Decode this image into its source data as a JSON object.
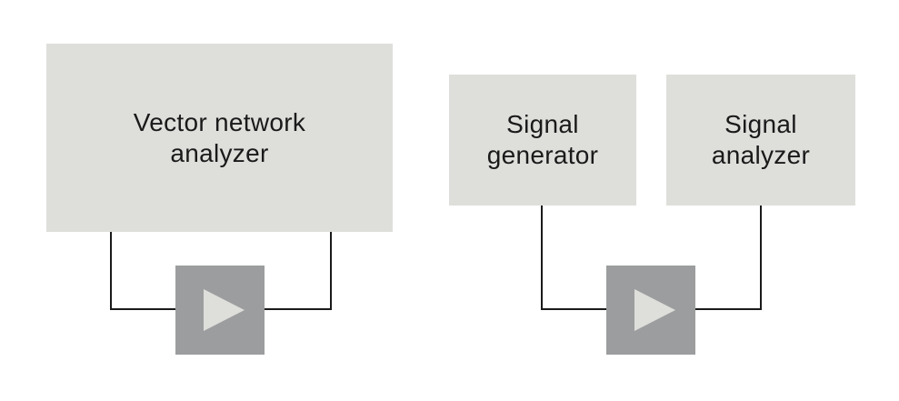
{
  "diagram": {
    "vna": {
      "line1": "Vector network",
      "line2": "analyzer"
    },
    "signal_generator": {
      "line1": "Signal",
      "line2": "generator"
    },
    "signal_analyzer": {
      "line1": "Signal",
      "line2": "analyzer"
    },
    "icons": {
      "amplifier": "play-triangle-icon"
    },
    "colors": {
      "box_fill": "#dededb",
      "amplifier_fill": "#9c9d9e",
      "triangle_fill": "#dededb",
      "wire": "#1a1a1a"
    }
  }
}
